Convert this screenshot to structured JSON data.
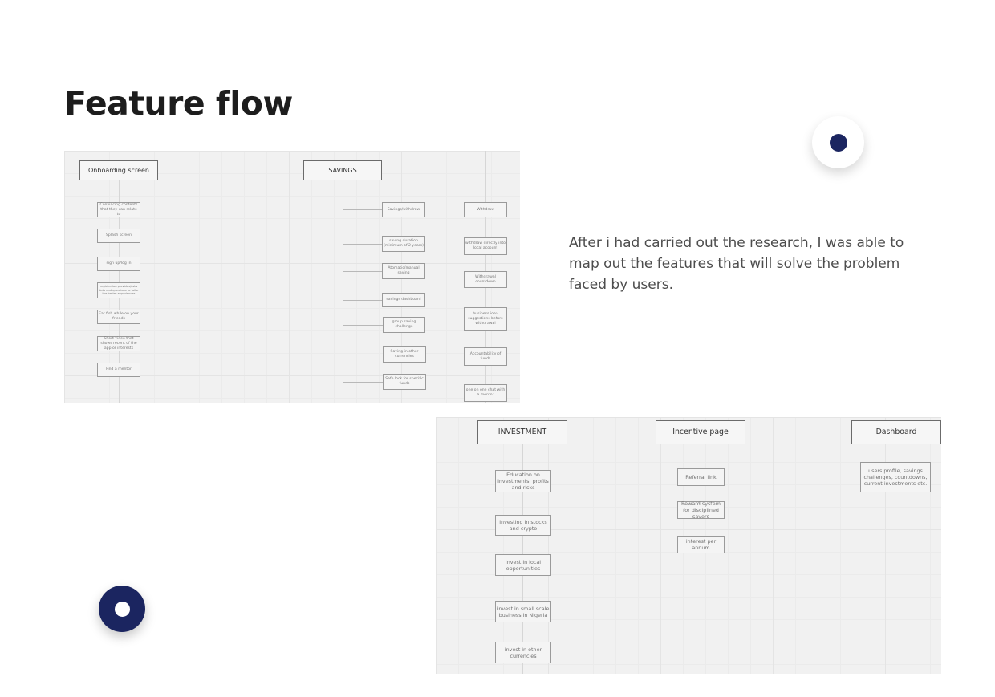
{
  "page": {
    "title": "Feature flow",
    "description": "After i had carried out the research, I was able to map out the features that will solve the problem faced by users."
  },
  "flow1": {
    "onboarding": {
      "header": "Onboarding screen",
      "items": [
        "Convincing contents that they can relate to",
        "Splash screen",
        "sign up/log in",
        "registration provides/asks data and questions to tailor the better experiences",
        "Eat fish while on your friends",
        "Short video that shows recent of the app or interests",
        "Find a mentor"
      ]
    },
    "savings": {
      "header": "SAVINGS",
      "items": [
        "Savings/withdraw",
        "saving duration (minimum of 2 years)",
        "Atomatic/manual saving",
        "savings dashboard",
        "group saving challenge",
        "Saving in other currencies",
        "Safe lock for specific funds"
      ],
      "withdraw_items": [
        "Withdraw",
        "withdraw directly into local account",
        "Withdrawal countdown",
        "business idea suggestions before withdrawal",
        "Accountability of funds",
        "one on one chat with a mentor"
      ]
    }
  },
  "flow2": {
    "investment": {
      "header": "INVESTMENT",
      "items": [
        "Education on investments, profits and risks",
        "investing in stocks and crypto",
        "invest in local opportunities",
        "invest in small scale business in Nigeria",
        "invest in other currencies"
      ]
    },
    "incentive": {
      "header": "Incentive page",
      "items": [
        "Referral link",
        "Reward system for disciplined savers",
        "interest per annum"
      ]
    },
    "dashboard": {
      "header": "Dashboard",
      "items": [
        "users profile, savings challenges, countdowns, current investments etc."
      ]
    }
  },
  "controls": {
    "top_right_dot": "navigation-dot",
    "bottom_left_dot": "navigation-dot"
  },
  "colors": {
    "accent": "#1b2560",
    "title": "#1d1d1d",
    "body_text": "#4d4d4d",
    "board_bg": "#f1f1f1"
  }
}
